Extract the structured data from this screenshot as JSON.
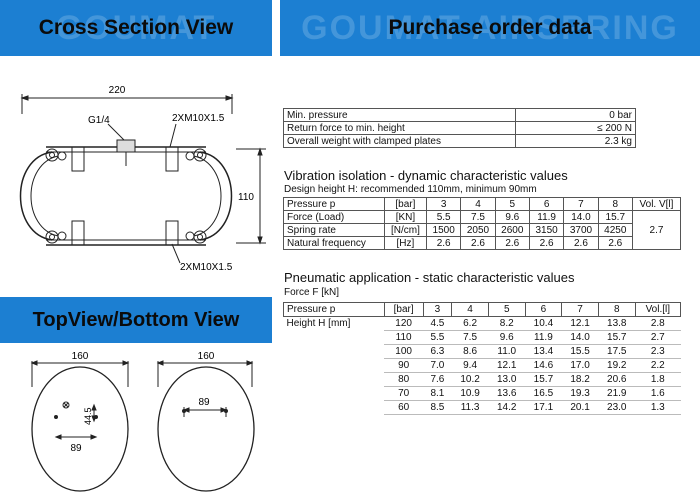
{
  "banners": {
    "cross_section": "Cross Section View",
    "purchase": "Purchase order data",
    "top_bottom": "TopView/Bottom View",
    "watermark_left": "GOUMAT",
    "watermark_right": "GOUMAT AIRSPRING"
  },
  "cross_section": {
    "width_dim": "220",
    "port_label": "G1/4",
    "top_thread_label": "2XM10X1.5",
    "height_dim": "110",
    "bottom_thread_label": "2XM10X1.5"
  },
  "top_view": {
    "diameter": "160",
    "dim_vertical": "44.5",
    "dim_horizontal": "89"
  },
  "bottom_view": {
    "diameter": "160",
    "dim_horizontal": "89"
  },
  "basic": {
    "rows": [
      {
        "label": "Min. pressure",
        "value": "0 bar"
      },
      {
        "label": "Return force to min. height",
        "value": "≤ 200 N"
      },
      {
        "label": "Overall weight with clamped plates",
        "value": "2.3 kg"
      }
    ]
  },
  "vibration": {
    "title": "Vibration isolation - dynamic characteristic values",
    "subtitle": "Design height H: recommended 110mm, minimum 90mm",
    "header": {
      "label": "Pressure p",
      "unit": "[bar]",
      "cols": [
        "3",
        "4",
        "5",
        "6",
        "7",
        "8"
      ],
      "vol": "Vol. V[l]"
    },
    "rows": [
      {
        "label": "Force (Load)",
        "unit": "[KN]",
        "values": [
          "5.5",
          "7.5",
          "9.6",
          "11.9",
          "14.0",
          "15.7"
        ]
      },
      {
        "label": "Spring rate",
        "unit": "[N/cm]",
        "values": [
          "1500",
          "2050",
          "2600",
          "3150",
          "3700",
          "4250"
        ]
      },
      {
        "label": "Natural frequency",
        "unit": "[Hz]",
        "values": [
          "2.6",
          "2.6",
          "2.6",
          "2.6",
          "2.6",
          "2.6"
        ]
      }
    ],
    "volume": "2.7"
  },
  "pneumatic": {
    "title": "Pneumatic application - static characteristic values",
    "subtitle": "Force F [kN]",
    "header": {
      "label": "Pressure p",
      "unit": "[bar]",
      "cols": [
        "3",
        "4",
        "5",
        "6",
        "7",
        "8"
      ],
      "vol": "Vol.[l]"
    },
    "height_label": "Height H [mm]",
    "rows": [
      {
        "height": "120",
        "values": [
          "4.5",
          "6.2",
          "8.2",
          "10.4",
          "12.1",
          "13.8"
        ],
        "vol": "2.8"
      },
      {
        "height": "110",
        "values": [
          "5.5",
          "7.5",
          "9.6",
          "11.9",
          "14.0",
          "15.7"
        ],
        "vol": "2.7"
      },
      {
        "height": "100",
        "values": [
          "6.3",
          "8.6",
          "11.0",
          "13.4",
          "15.5",
          "17.5"
        ],
        "vol": "2.3"
      },
      {
        "height": "90",
        "values": [
          "7.0",
          "9.4",
          "12.1",
          "14.6",
          "17.0",
          "19.2"
        ],
        "vol": "2.2"
      },
      {
        "height": "80",
        "values": [
          "7.6",
          "10.2",
          "13.0",
          "15.7",
          "18.2",
          "20.6"
        ],
        "vol": "1.8"
      },
      {
        "height": "70",
        "values": [
          "8.1",
          "10.9",
          "13.6",
          "16.5",
          "19.3",
          "21.9"
        ],
        "vol": "1.6"
      },
      {
        "height": "60",
        "values": [
          "8.5",
          "11.3",
          "14.2",
          "17.1",
          "20.1",
          "23.0"
        ],
        "vol": "1.3"
      }
    ]
  }
}
